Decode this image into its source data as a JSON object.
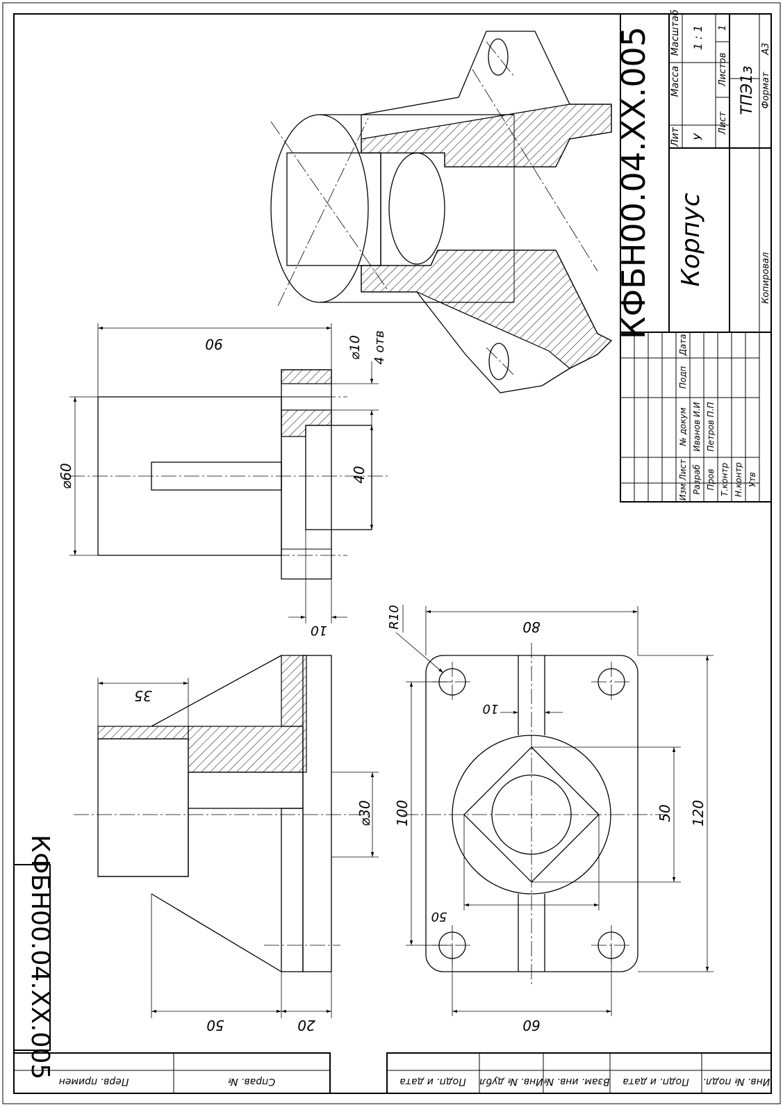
{
  "title_block": {
    "designation": "КФБН00.04.ХХ.005",
    "part_name": "Корпус",
    "stage_header": "Лит",
    "stage": "У",
    "mass_header": "Масса",
    "scale_header": "Масштаб",
    "scale": "1 : 1",
    "sheet_header": "Лист",
    "sheets_header": "Листов",
    "sheets": "1",
    "group": "ТПЭ1з",
    "col_change": "Изм",
    "col_sheet": "Лист",
    "col_doc": "№ докум",
    "col_sign": "Подп",
    "col_date": "Дата",
    "role_developed": "Разраб",
    "role_checked": "Пров",
    "role_tcontrol": "Т.контр",
    "role_ncontrol": "Н.контр",
    "role_approved": "Утв",
    "developer": "Иванов И.И",
    "checker": "Петров П.П",
    "copied": "Копировал",
    "format_label": "Формат",
    "format": "А3"
  },
  "side_stamp": {
    "designation": "КФБН00.04.ХХ.005"
  },
  "left_columns": {
    "c1": "Перв. примен",
    "c2": "Справ. №",
    "c3": "Подп. и дата",
    "c4": "Инв. № дубл",
    "c5": "Взам. инв. №",
    "c6": "Подп. и дата",
    "c7": "Инв. № подл."
  },
  "dimensions": {
    "d90": "90",
    "d60dia": "⌀60",
    "d40": "40",
    "d10a": "10",
    "d10dia": "⌀10",
    "holes": "4 отв",
    "d35": "35",
    "d30dia": "⌀30",
    "d50a": "50",
    "d20": "20",
    "r10": "R10",
    "d80": "80",
    "d10b": "10",
    "d100": "100",
    "d50b": "50",
    "d120": "120",
    "d50c": "50",
    "d60": "60"
  }
}
